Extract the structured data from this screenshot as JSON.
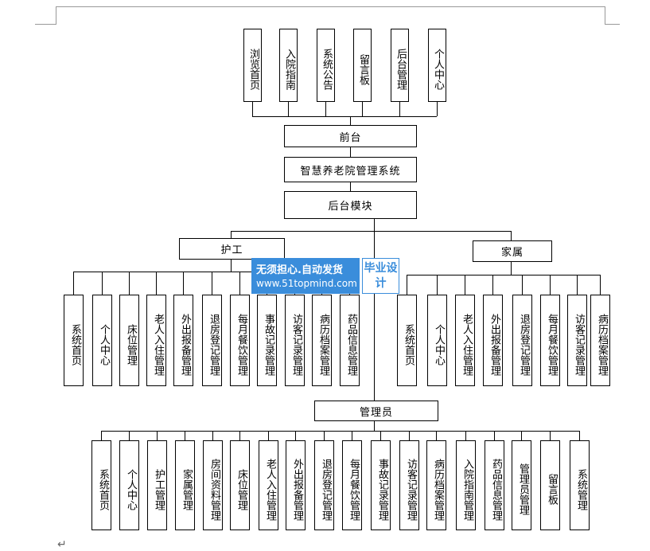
{
  "front_items": [
    "浏览首页",
    "入院指南",
    "系统公告",
    "留言板",
    "后台管理",
    "个人中心"
  ],
  "front_label": "前台",
  "system_label": "智慧养老院管理系统",
  "backend_label": "后台模块",
  "nurse": {
    "label": "护工",
    "items": [
      "系统首页",
      "个人中心",
      "床位管理",
      "老人入住管理",
      "外出报备管理",
      "退房登记管理",
      "每月餐饮管理",
      "事故记录管理",
      "访客记录管理",
      "病历档案管理",
      "药品信息管理"
    ]
  },
  "family": {
    "label": "家属",
    "items": [
      "系统首页",
      "个人中心",
      "老人入住管理",
      "外出报备管理",
      "退房登记管理",
      "每月餐饮管理",
      "访客记录管理",
      "病历档案管理"
    ]
  },
  "admin": {
    "label": "管理员",
    "items": [
      "系统首页",
      "个人中心",
      "护工管理",
      "家属管理",
      "房间资料管理",
      "床位管理",
      "老人入住管理",
      "外出报备管理",
      "退房登记管理",
      "每月餐饮管理",
      "事故记录管理",
      "访客记录管理",
      "病历档案管理",
      "入院指南管理",
      "药品信息管理",
      "管理员管理",
      "留言板",
      "系统管理"
    ]
  },
  "watermark": {
    "line1": "无须担心.自动发货",
    "line2": "www.51topmind.com",
    "badge": "毕业设计",
    "color": "#3a8ddb"
  },
  "return_mark": "↵"
}
